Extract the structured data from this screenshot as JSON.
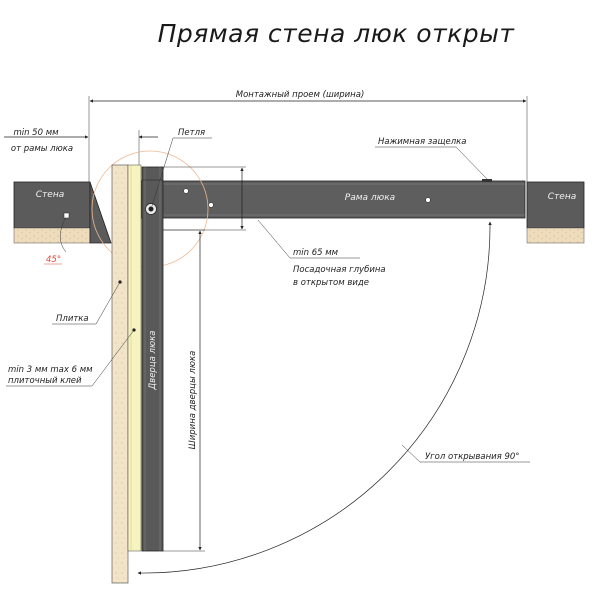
{
  "title": "Прямая стена люк открыт",
  "labels": {
    "opening_width": "Монтажный проем (ширина)",
    "min50_line1": "min 50 мм",
    "min50_line2": "от рамы люка",
    "hinge": "Петля",
    "latch": "Нажимная защелка",
    "wall_left": "Стена",
    "wall_right": "Стена",
    "frame": "Рама люка",
    "angle45": "45°",
    "min65_line1": "min 65 мм",
    "min65_line2": "Посадочная глубина",
    "min65_line3": "в открытом виде",
    "tile": "Плитка",
    "glue_line1": "min 3 мм max 6 мм",
    "glue_line2": "плиточный клей",
    "door": "Дверца люка",
    "door_width": "Ширина дверцы люка",
    "open_angle": "Угол открывания 90°"
  },
  "colors": {
    "wall": "#5b5b5b",
    "frame": "#5e5e5e",
    "door": "#595959",
    "tile": "#f1e3c6",
    "glue": "#f6f3bf",
    "plaster": "#eed9b8",
    "accent": "#e04a3a",
    "circle": "#f0b890"
  }
}
